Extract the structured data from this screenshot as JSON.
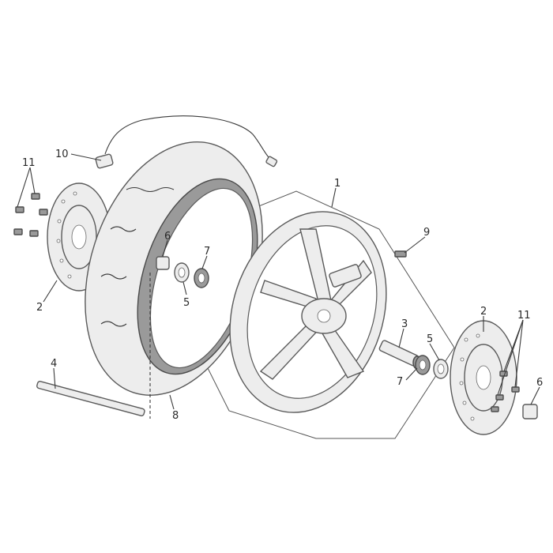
{
  "callouts": {
    "c1": "1",
    "c2_left": "2",
    "c2_right": "2",
    "c3": "3",
    "c4": "4",
    "c5_left": "5",
    "c5_right": "5",
    "c6_left": "6",
    "c6_right": "6",
    "c7_left": "7",
    "c7_right": "7",
    "c8": "8",
    "c9": "9",
    "c10": "10",
    "c11_left": "11",
    "c11_right": "11"
  },
  "colors": {
    "line": "#3a3a3a",
    "part_fill": "#ededed",
    "tire_band": "#9a9a9a",
    "background": "#ffffff"
  }
}
